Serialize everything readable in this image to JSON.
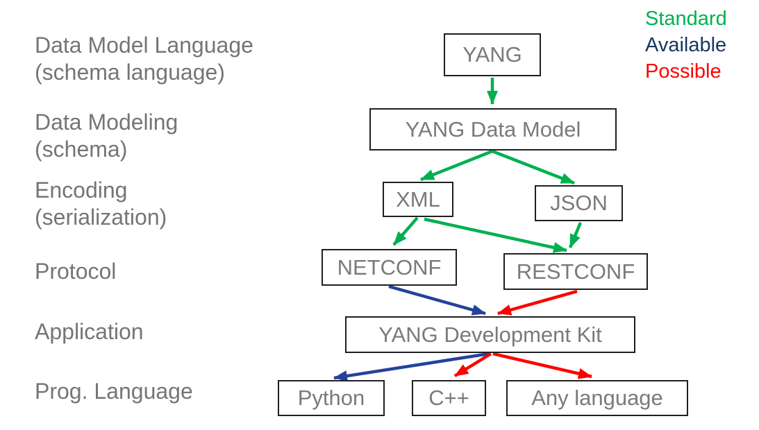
{
  "diagram": {
    "rows": [
      {
        "label_line1": "Data Model Language",
        "label_line2": "(schema language)"
      },
      {
        "label_line1": "Data Modeling",
        "label_line2": "(schema)"
      },
      {
        "label_line1": "Encoding",
        "label_line2": "(serialization)"
      },
      {
        "label_line1": "Protocol"
      },
      {
        "label_line1": "Application"
      },
      {
        "label_line1": "Prog. Language"
      }
    ],
    "nodes": [
      {
        "id": "yang",
        "label": "YANG",
        "row": "Data Model Language"
      },
      {
        "id": "yang-data-model",
        "label": "YANG Data Model",
        "row": "Data Modeling"
      },
      {
        "id": "xml",
        "label": "XML",
        "row": "Encoding"
      },
      {
        "id": "json",
        "label": "JSON",
        "row": "Encoding"
      },
      {
        "id": "netconf",
        "label": "NETCONF",
        "row": "Protocol"
      },
      {
        "id": "restconf",
        "label": "RESTCONF",
        "row": "Protocol"
      },
      {
        "id": "ydk",
        "label": "YANG Development Kit",
        "row": "Application"
      },
      {
        "id": "python",
        "label": "Python",
        "row": "Prog. Language"
      },
      {
        "id": "cpp",
        "label": "C++",
        "row": "Prog. Language"
      },
      {
        "id": "any-language",
        "label": "Any language",
        "row": "Prog. Language"
      }
    ],
    "edges": [
      {
        "from": "yang",
        "to": "yang-data-model",
        "status": "standard"
      },
      {
        "from": "yang-data-model",
        "to": "xml",
        "status": "standard"
      },
      {
        "from": "yang-data-model",
        "to": "json",
        "status": "standard"
      },
      {
        "from": "xml",
        "to": "netconf",
        "status": "standard"
      },
      {
        "from": "xml",
        "to": "restconf",
        "status": "standard"
      },
      {
        "from": "json",
        "to": "restconf",
        "status": "standard"
      },
      {
        "from": "netconf",
        "to": "ydk",
        "status": "available"
      },
      {
        "from": "restconf",
        "to": "ydk",
        "status": "possible"
      },
      {
        "from": "ydk",
        "to": "python",
        "status": "available"
      },
      {
        "from": "ydk",
        "to": "cpp",
        "status": "possible"
      },
      {
        "from": "ydk",
        "to": "any-language",
        "status": "possible"
      }
    ],
    "colors": {
      "standard": "#00B050",
      "available": "#24429B",
      "possible": "#FF0000"
    },
    "legend": {
      "items": [
        {
          "label": "Standard",
          "color": "#00B050"
        },
        {
          "label": "Available",
          "color": "#17365D"
        },
        {
          "label": "Possible",
          "color": "#FF0000"
        }
      ]
    }
  }
}
